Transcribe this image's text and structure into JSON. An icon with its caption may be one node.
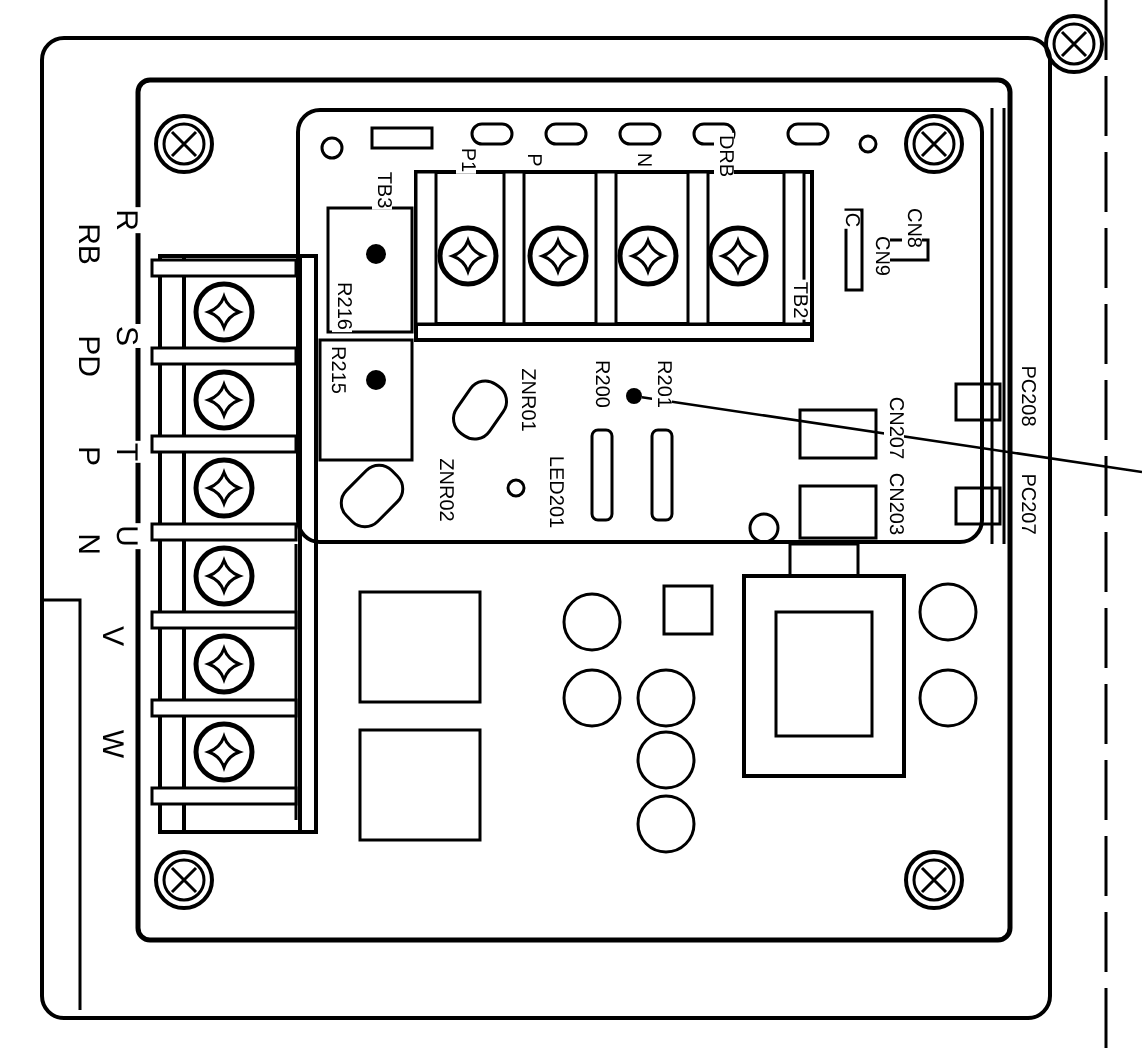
{
  "diagram": {
    "nodes": [
      {
        "text": [],
        "shape": "box"
      },
      {
        "text": [],
        "shape": "box",
        "in": 0
      },
      {
        "text": [],
        "shape": "circle",
        "in": 1
      }
    ],
    "edges": [
      {
        "from": null,
        "to": 2,
        "arrow": "none"
      }
    ],
    "labels": [
      "RB",
      "R",
      "P1",
      "P",
      "N",
      "DRB",
      "TB3",
      "C",
      "CN8",
      "CN9",
      "R216",
      "TB2",
      "PD",
      "S",
      "R215",
      "R200",
      "ZNR01",
      "R201",
      "PC208",
      "CN207",
      "P",
      "T",
      "ZNR02",
      "LED201",
      "CN203",
      "PC207",
      "N",
      "U",
      "V",
      "W"
    ]
  }
}
